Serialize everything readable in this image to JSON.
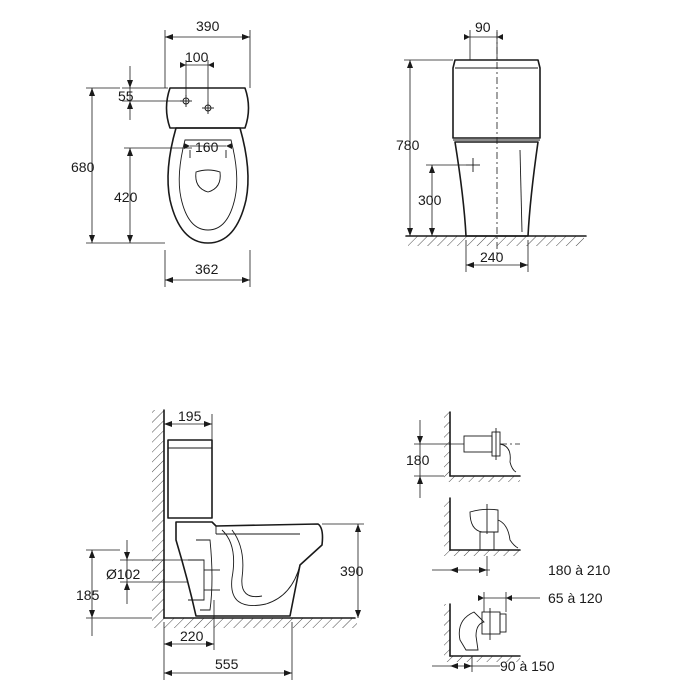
{
  "top_view": {
    "width_390": "390",
    "offset_100": "100",
    "offset_55": "55",
    "length_680": "680",
    "bowl_160": "160",
    "height_420": "420",
    "base_362": "362"
  },
  "front_view": {
    "depth_90": "90",
    "height_780": "780",
    "inlet_300": "300",
    "base_240": "240"
  },
  "side_view": {
    "tank_195": "195",
    "outlet_diameter": "Ø102",
    "outlet_185": "185",
    "rim_390": "390",
    "outlet_220": "220",
    "length_555": "555"
  },
  "connections": {
    "height_180": "180",
    "range_180_210": "180 à 210",
    "range_65_120": "65 à 120",
    "range_90_150": "90 à 150"
  }
}
